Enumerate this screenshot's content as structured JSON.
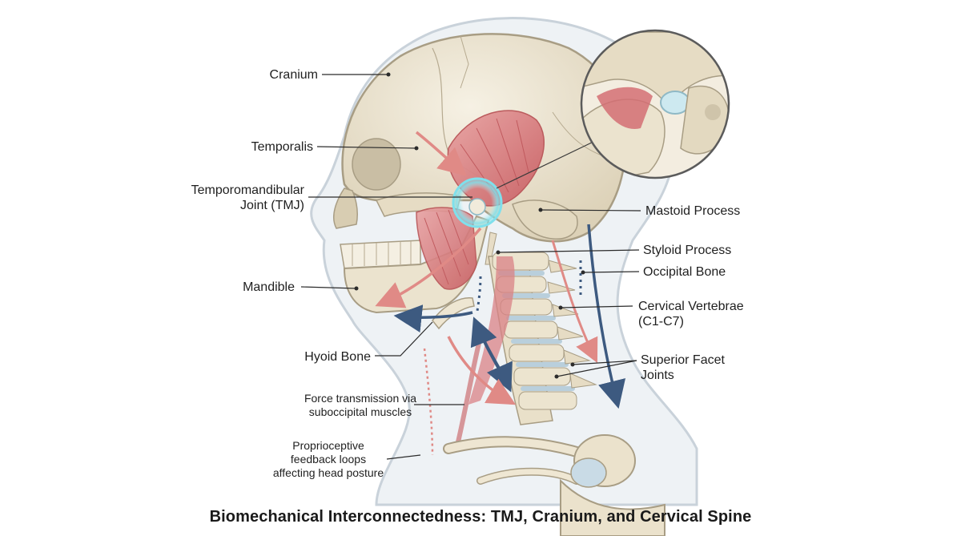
{
  "title": "Biomechanical Interconnectedness: TMJ, Cranium, and Cervical Spine",
  "labels": {
    "cranium": "Cranium",
    "temporalis": "Temporalis",
    "tmj_line1": "Temporomandibular",
    "tmj_line2": "Joint (TMJ)",
    "mandible": "Mandible",
    "hyoid": "Hyoid Bone",
    "force_line1": "Force transmission via",
    "force_line2": "suboccipital muscles",
    "proprio_line1": "Proprioceptive",
    "proprio_line2": "feedback loops",
    "proprio_line3": "affecting head posture",
    "mastoid": "Mastoid Process",
    "styloid": "Styloid Process",
    "occipital": "Occipital Bone",
    "cervical_line1": "Cervical Vertebrae",
    "cervical_line2": "(C1-C7)",
    "facet_line1": "Superior Facet",
    "facet_line2": "Joints"
  },
  "colors": {
    "bone": "#efe8d6",
    "bone_shade": "#ddd2b9",
    "muscle": "#d9787a",
    "force_arrow_red": "#e08a86",
    "force_arrow_blue": "#3d5a80",
    "tmj_glow": "#6fd8e8",
    "soft_tissue": "#dfe6ec"
  }
}
